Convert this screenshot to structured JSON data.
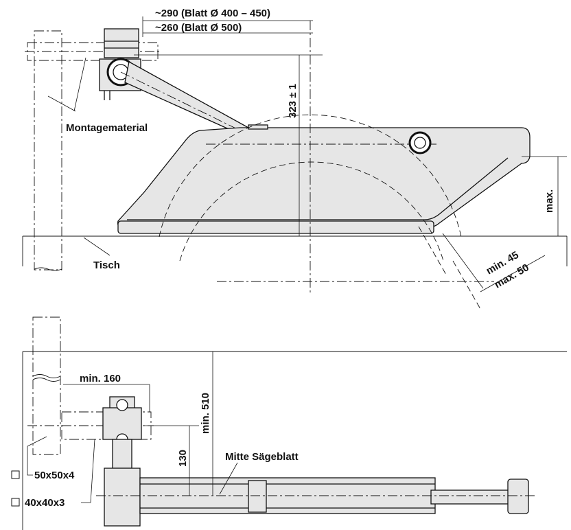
{
  "labels": {
    "dim_290": "~290 (Blatt Ø 400 – 450)",
    "dim_260": "~260 (Blatt Ø 500)",
    "dim_323": "323 ± 1",
    "montagematerial": "Montagematerial",
    "max": "max.",
    "tisch": "Tisch",
    "min45": "min. 45",
    "max50": "max. 50",
    "min160": "min. 160",
    "min510": "min. 510",
    "dim_130": "130",
    "mitte_saegeblatt": "Mitte Sägeblatt",
    "tube_50": "50x50x4",
    "tube_40": "40x40x3"
  },
  "colors": {
    "line": "#111111",
    "fill": "#e6e6e6",
    "background": "#ffffff"
  }
}
